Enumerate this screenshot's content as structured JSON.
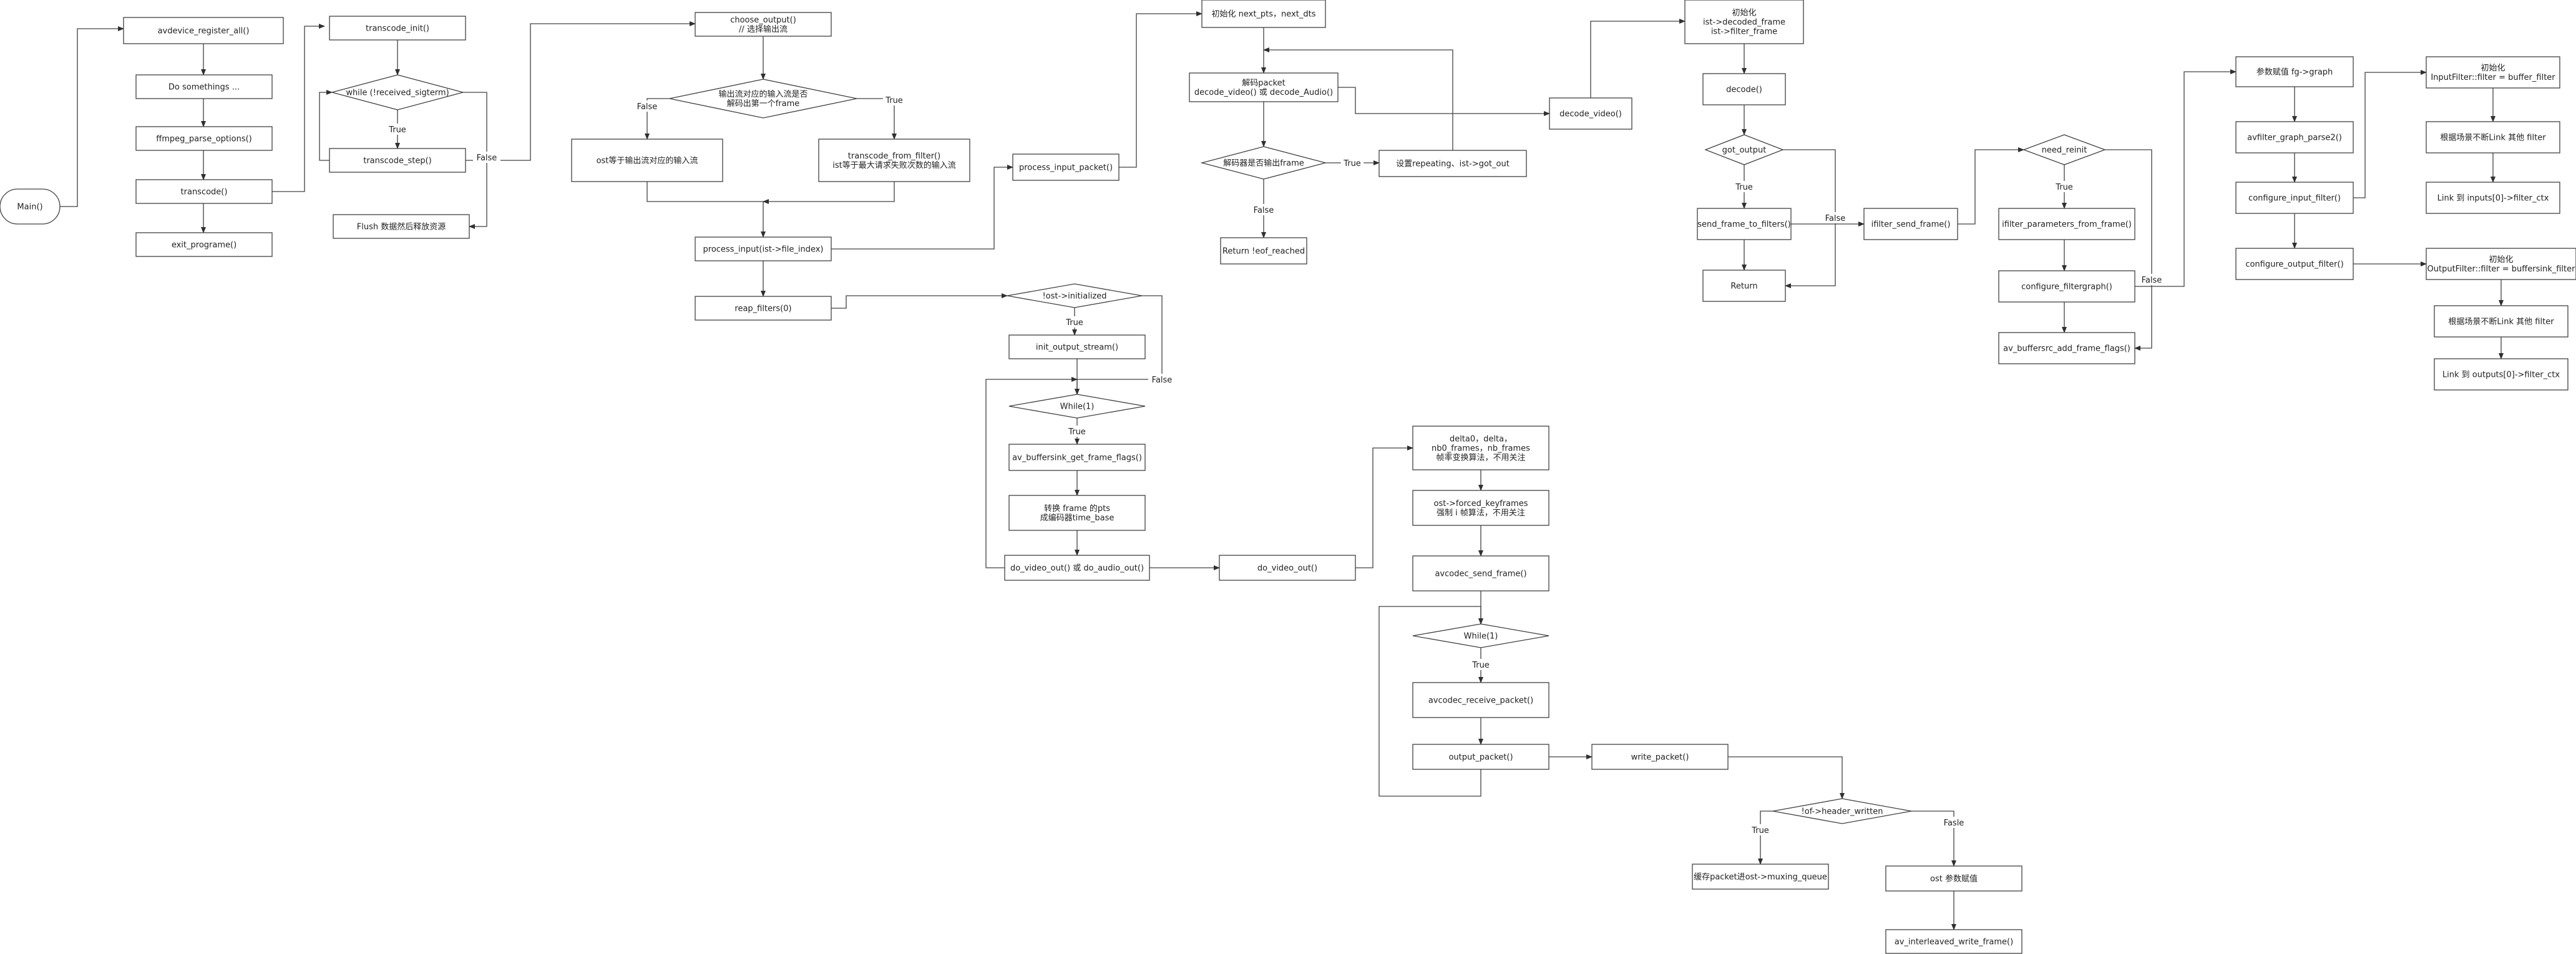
{
  "nodes": {
    "main": {
      "lines": [
        "Main()"
      ]
    },
    "avdevice": {
      "lines": [
        "avdevice_register_all()"
      ]
    },
    "do_somethings": {
      "lines": [
        "Do somethings ..."
      ]
    },
    "ffmpeg_parse": {
      "lines": [
        "ffmpeg_parse_options()"
      ]
    },
    "transcode": {
      "lines": [
        "transcode()"
      ]
    },
    "exit_programe": {
      "lines": [
        "exit_programe()"
      ]
    },
    "transcode_init": {
      "lines": [
        "transcode_init()"
      ]
    },
    "while_sigterm": {
      "lines": [
        "while (!received_sigterm)"
      ]
    },
    "transcode_step": {
      "lines": [
        "transcode_step()"
      ]
    },
    "flush": {
      "lines": [
        "Flush 数据然后释放资源"
      ]
    },
    "choose_output": {
      "lines": [
        "choose_output()",
        "// 选择输出流"
      ]
    },
    "output_decision": {
      "lines": [
        "输出流对应的输入流是否",
        "解码出第一个frame"
      ]
    },
    "ost_input": {
      "lines": [
        "ost等于输出流对应的输入流"
      ]
    },
    "transcode_from_filter": {
      "lines": [
        "transcode_from_filter()",
        "ist等于最大请求失败次数的输入流"
      ]
    },
    "process_input": {
      "lines": [
        "process_input(ist->file_index)"
      ]
    },
    "reap_filters": {
      "lines": [
        "reap_filters(0)"
      ]
    },
    "process_input_packet": {
      "lines": [
        "process_input_packet()"
      ]
    },
    "init_next_pts": {
      "lines": [
        "初始化 next_pts，next_dts"
      ]
    },
    "decode_packet": {
      "lines": [
        "解码packet",
        "decode_video() 或 decode_Audio()"
      ]
    },
    "decoded_frame": {
      "lines": [
        "解码器是否输出frame"
      ]
    },
    "set_repeating": {
      "lines": [
        "设置repeating、ist->got_out"
      ]
    },
    "return_eof": {
      "lines": [
        "Return !eof_reached"
      ]
    },
    "decode_video": {
      "lines": [
        "decode_video()"
      ]
    },
    "init_decoded_frame": {
      "lines": [
        "初始化",
        "ist->decoded_frame",
        "ist->filter_frame"
      ]
    },
    "decode": {
      "lines": [
        "decode()"
      ]
    },
    "got_output": {
      "lines": [
        "got_output"
      ]
    },
    "send_frame_to_filters": {
      "lines": [
        "send_frame_to_filters()"
      ]
    },
    "return_node": {
      "lines": [
        "Return"
      ]
    },
    "ifilter_send_frame": {
      "lines": [
        "ifilter_send_frame()"
      ]
    },
    "need_reinit": {
      "lines": [
        "need_reinit"
      ]
    },
    "ifilter_parameters": {
      "lines": [
        "ifilter_parameters_from_frame()"
      ]
    },
    "configure_filtergraph": {
      "lines": [
        "configure_filtergraph()"
      ]
    },
    "av_buffersrc_add": {
      "lines": [
        "av_buffersrc_add_frame_flags()"
      ]
    },
    "params_fg_graph": {
      "lines": [
        "参数赋值 fg->graph"
      ]
    },
    "avfilter_graph_parse2": {
      "lines": [
        "avfilter_graph_parse2()"
      ]
    },
    "configure_input_filter": {
      "lines": [
        "configure_input_filter()"
      ]
    },
    "configure_output_filter": {
      "lines": [
        "configure_output_filter()"
      ]
    },
    "init_input_filter": {
      "lines": [
        "初始化",
        "InputFilter::filter = buffer_filter"
      ]
    },
    "link_other_in": {
      "lines": [
        "根据场景不断Link 其他 filter"
      ]
    },
    "link_inputs": {
      "lines": [
        "Link 到 inputs[0]->filter_ctx"
      ]
    },
    "init_output_filter": {
      "lines": [
        "初始化",
        "OutputFilter::filter = buffersink_filter"
      ]
    },
    "link_other_out": {
      "lines": [
        "根据场景不断Link 其他 filter"
      ]
    },
    "link_outputs": {
      "lines": [
        "Link 到 outputs[0]->filter_ctx"
      ]
    },
    "ost_initialized": {
      "lines": [
        "!ost->initialized"
      ]
    },
    "init_output_stream": {
      "lines": [
        "init_output_stream()"
      ]
    },
    "while1_a": {
      "lines": [
        "While(1)"
      ]
    },
    "av_buffersink_get": {
      "lines": [
        "av_buffersink_get_frame_flags()"
      ]
    },
    "convert_pts": {
      "lines": [
        "转换 frame 的pts",
        "成编码器time_base"
      ]
    },
    "do_video_or_audio": {
      "lines": [
        "do_video_out() 或 do_audio_out()"
      ]
    },
    "do_video_out": {
      "lines": [
        "do_video_out()"
      ]
    },
    "delta": {
      "lines": [
        "delta0，delta，",
        "nb0_frames，nb_frames",
        "帧率变换算法，不用关注"
      ]
    },
    "forced_keyframes": {
      "lines": [
        "ost->forced_keyframes",
        "强制 i 帧算法，不用关注"
      ]
    },
    "avcodec_send": {
      "lines": [
        "avcodec_send_frame()"
      ]
    },
    "while1_b": {
      "lines": [
        "While(1)"
      ]
    },
    "avcodec_receive": {
      "lines": [
        "avcodec_receive_packet()"
      ]
    },
    "output_packet": {
      "lines": [
        "output_packet()"
      ]
    },
    "write_packet": {
      "lines": [
        "write_packet()"
      ]
    },
    "header_written": {
      "lines": [
        "!of->header_written"
      ]
    },
    "cache_packet": {
      "lines": [
        "缓存packet进ost->muxing_queue"
      ]
    },
    "ost_params": {
      "lines": [
        "ost 参数赋值"
      ]
    },
    "av_interleaved": {
      "lines": [
        "av_interleaved_write_frame()"
      ]
    }
  },
  "edge_labels": {
    "true": "True",
    "false": "False",
    "false_alt": "Fasle"
  }
}
